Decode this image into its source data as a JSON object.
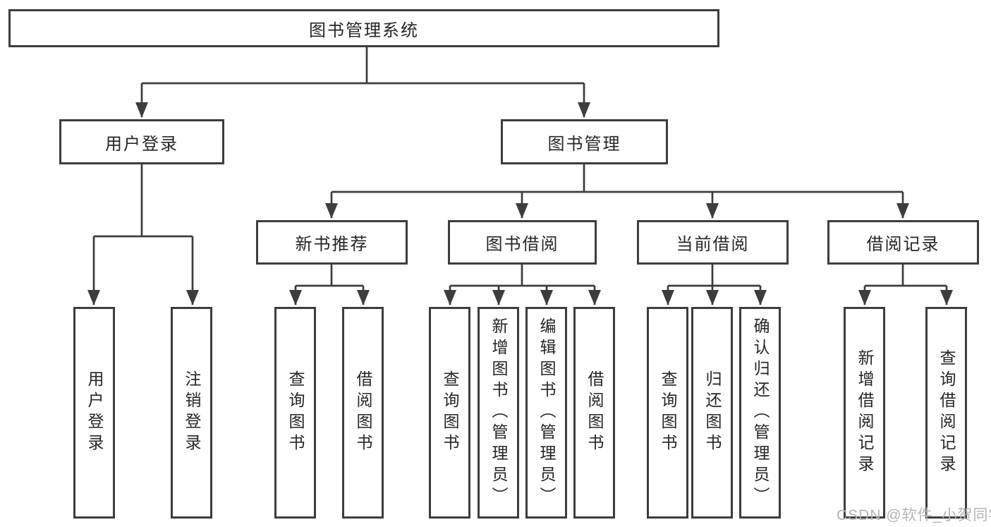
{
  "nodes": {
    "root": "图书管理系统",
    "user_login": "用户登录",
    "book_management": "图书管理",
    "new_book_recommend": "新书推荐",
    "book_borrowing": "图书借阅",
    "current_borrowing": "当前借阅",
    "borrowing_records": "借阅记录",
    "leaves": {
      "user_login": "用户登录",
      "logout": "注销登录",
      "query_books_recommend": "查询图书",
      "borrow_books_recommend": "借阅图书",
      "query_books_borrowing": "查询图书",
      "add_books_admin": "新增图书（管理员）",
      "edit_books_admin": "编辑图书（管理员）",
      "borrow_books_borrowing": "借阅图书",
      "query_books_current": "查询图书",
      "return_books": "归还图书",
      "confirm_return_admin": "确认归还（管理员）",
      "add_borrow_record": "新增借阅记录",
      "query_borrow_record": "查询借阅记录"
    }
  },
  "watermark": "CSDN @软件_小贺同学",
  "colors": {
    "line": "#3d3d3d",
    "text": "#262626",
    "background": "#ffffff",
    "watermark": "#b5b5b5"
  }
}
